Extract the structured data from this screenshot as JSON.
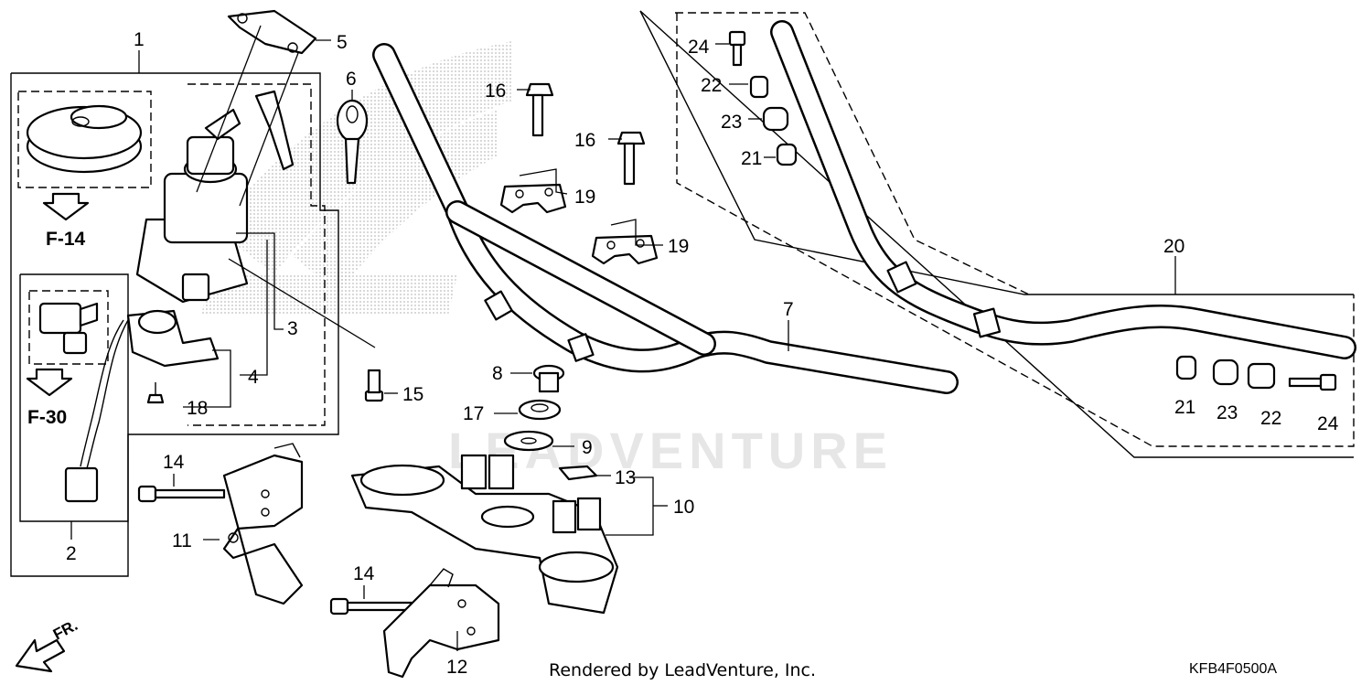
{
  "diagram": {
    "callouts": [
      {
        "id": "c1",
        "label": "1"
      },
      {
        "id": "c2",
        "label": "2"
      },
      {
        "id": "c3",
        "label": "3"
      },
      {
        "id": "c4",
        "label": "4"
      },
      {
        "id": "c5",
        "label": "5"
      },
      {
        "id": "c6",
        "label": "6"
      },
      {
        "id": "c7",
        "label": "7"
      },
      {
        "id": "c8",
        "label": "8"
      },
      {
        "id": "c9",
        "label": "9"
      },
      {
        "id": "c10",
        "label": "10"
      },
      {
        "id": "c11",
        "label": "11"
      },
      {
        "id": "c12",
        "label": "12"
      },
      {
        "id": "c13",
        "label": "13"
      },
      {
        "id": "c14a",
        "label": "14"
      },
      {
        "id": "c14b",
        "label": "14"
      },
      {
        "id": "c15",
        "label": "15"
      },
      {
        "id": "c16a",
        "label": "16"
      },
      {
        "id": "c16b",
        "label": "16"
      },
      {
        "id": "c17",
        "label": "17"
      },
      {
        "id": "c18",
        "label": "18"
      },
      {
        "id": "c19a",
        "label": "19"
      },
      {
        "id": "c19b",
        "label": "19"
      },
      {
        "id": "c20",
        "label": "20"
      },
      {
        "id": "c21a",
        "label": "21"
      },
      {
        "id": "c21b",
        "label": "21"
      },
      {
        "id": "c22a",
        "label": "22"
      },
      {
        "id": "c22b",
        "label": "22"
      },
      {
        "id": "c23a",
        "label": "23"
      },
      {
        "id": "c23b",
        "label": "23"
      },
      {
        "id": "c24a",
        "label": "24"
      },
      {
        "id": "c24b",
        "label": "24"
      }
    ],
    "refs": {
      "f14": "F-14",
      "f30": "F-30"
    },
    "direction": "FR.",
    "watermark": "LEADVENTURE",
    "footer": "Rendered by LeadVenture, Inc.",
    "code": "KFB4F0500A"
  }
}
